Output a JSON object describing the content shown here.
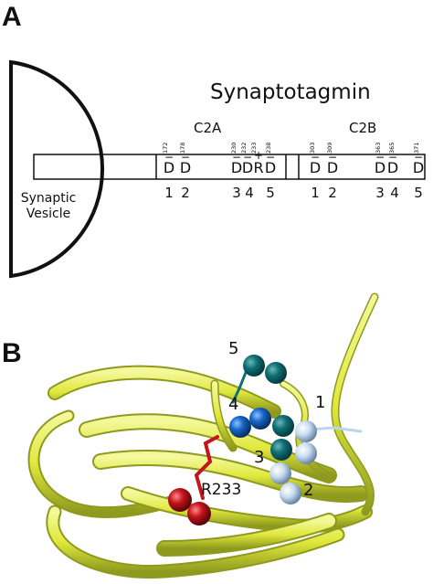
{
  "panel_a": {
    "label": "A",
    "title": "Synaptotagmin",
    "vesicle_label_line1": "Synaptic",
    "vesicle_label_line2": "Vesicle",
    "domains": [
      {
        "name": "C2A"
      },
      {
        "name": "C2B"
      }
    ],
    "residues_c2a": [
      "172",
      "178",
      "230",
      "232",
      "233",
      "238"
    ],
    "residues_c2b": [
      "303",
      "309",
      "363",
      "365",
      "371"
    ],
    "marks_c2a": [
      "D",
      "D",
      "D",
      "D",
      "R",
      "D"
    ],
    "marks_c2b": [
      "D",
      "D",
      "D",
      "D",
      "D"
    ],
    "signs_c2a": [
      "−",
      "−",
      "−",
      "−",
      "+",
      "−"
    ],
    "signs_c2b": [
      "−",
      "−",
      "−",
      "−",
      "−"
    ],
    "sites_c2a": [
      "1",
      "2",
      "3",
      "4",
      "5"
    ],
    "sites_c2b": [
      "1",
      "2",
      "3",
      "4",
      "5"
    ]
  },
  "panel_b": {
    "label": "B",
    "sites": [
      "5",
      "4",
      "1",
      "3",
      "2"
    ],
    "residue_label": "R233",
    "colors": {
      "ribbon": "#e6ee4a",
      "ribbon_dark": "#8e9a1e",
      "site_dark_teal": "#0f6f74",
      "site_blue": "#1565c8",
      "site_light": "#c9dcf0",
      "residue_red": "#c4141c"
    }
  }
}
